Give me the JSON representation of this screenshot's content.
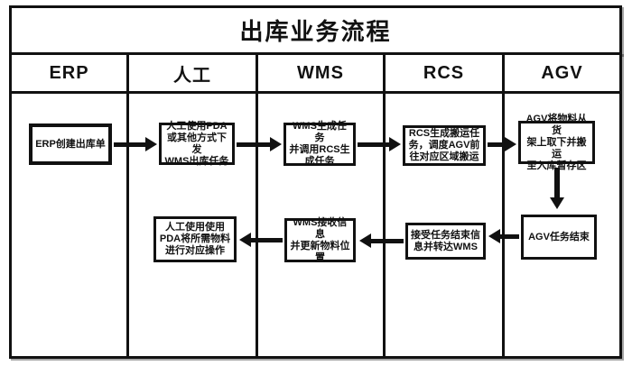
{
  "title": "出库业务流程",
  "lanes": [
    {
      "id": "erp",
      "header": "ERP"
    },
    {
      "id": "manual",
      "header": "人工"
    },
    {
      "id": "wms",
      "header": "WMS"
    },
    {
      "id": "rcs",
      "header": "RCS"
    },
    {
      "id": "agv",
      "header": "AGV"
    }
  ],
  "boxes": {
    "erp_create": "ERP创建出库单",
    "manual_issue": "人工使用PDA\n或其他方式下发\nWMS出库任务",
    "wms_generate": "WMS生成任务\n并调用RCS生\n成任务",
    "rcs_dispatch": "RCS生成搬运任\n务，调度AGV前\n往对应区域搬运",
    "agv_transport": "AGV将物料从货\n架上取下并搬运\n至入库暂存区",
    "agv_finish": "AGV任务结束",
    "rcs_receive": "接受任务结束信\n息并转达WMS",
    "wms_update": "WMS接收信息\n并更新物料位\n置",
    "manual_operate": "人工使用使用\nPDA将所需物料\n进行对应操作"
  },
  "flow": [
    "erp_create -> manual_issue",
    "manual_issue -> wms_generate",
    "wms_generate -> rcs_dispatch",
    "rcs_dispatch -> agv_transport",
    "agv_transport -> agv_finish",
    "agv_finish -> rcs_receive",
    "rcs_receive -> wms_update",
    "wms_update -> manual_operate"
  ],
  "colors": {
    "line": "#111111",
    "background": "#ffffff",
    "text": "#111111"
  }
}
